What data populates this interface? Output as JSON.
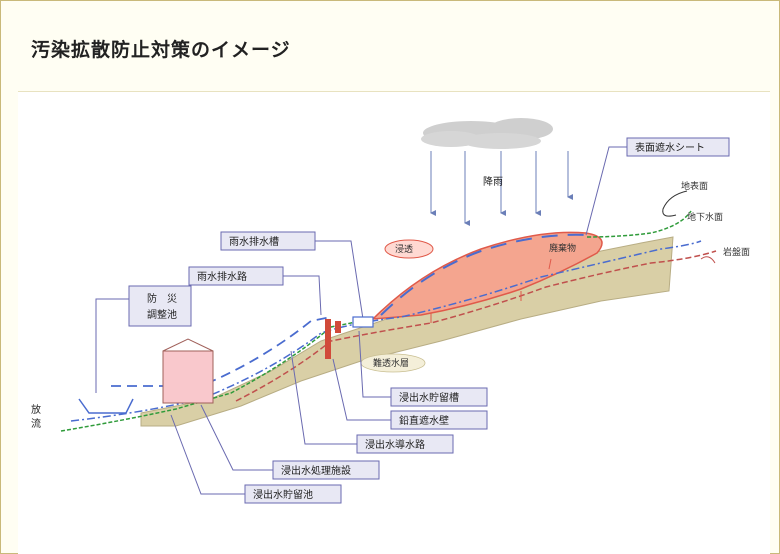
{
  "title": "汚染拡散防止対策のイメージ",
  "labels": {
    "rain": "降雨",
    "surface_sheet": "表面遮水シート",
    "ground_surface": "地表面",
    "groundwater_level": "地下水面",
    "bedrock": "岩盤面",
    "pile_body": "廃棄物",
    "leachate": "浸透",
    "rain_collect_tank": "雨水排水槽",
    "rain_drain": "雨水排水路",
    "disaster_pond_line1": "防　災",
    "disaster_pond_line2": "調整池",
    "permeable_layer": "難透水層",
    "leachate_storage_tank": "浸出水貯留槽",
    "vertical_barrier": "鉛直遮水壁",
    "leachate_conduit": "浸出水導水路",
    "leachate_treatment": "浸出水処理施設",
    "leachate_storage_pond": "浸出水貯留池",
    "river_line1": "放",
    "river_line2": "流"
  },
  "colors": {
    "pile_fill": "#f4a58f",
    "pile_stroke": "#e05a4a",
    "ground_fill": "#d9cfa6",
    "cloud": "#cfcfcf",
    "sheet": "#4a6ccf",
    "surface_green": "#2f9b3a",
    "groundwater_blue": "#4a6ccf",
    "bedrock_red": "#c0504d",
    "label_box_fill": "#e8e8f4",
    "label_box_stroke": "#6a6ab0"
  }
}
